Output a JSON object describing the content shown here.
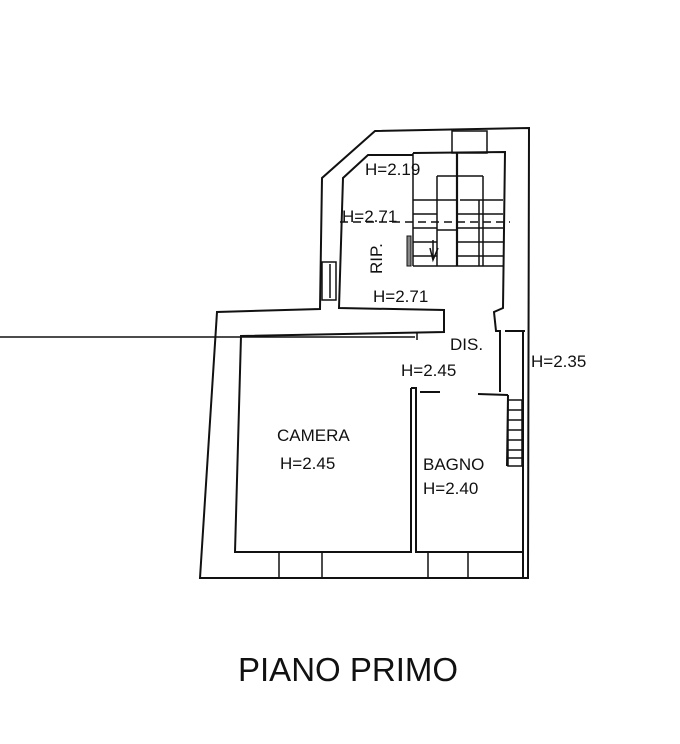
{
  "plan": {
    "title": "PIANO PRIMO",
    "rooms": {
      "stair_top_height": "H=2.19",
      "stair_mid_height": "H=2.71",
      "landing_label": "RIP.",
      "landing_height": "H=2.71",
      "hall_label": "DIS.",
      "hall_height": "H=2.45",
      "side_height": "H=2.35",
      "bedroom_label": "CAMERA",
      "bedroom_height": "H=2.45",
      "bathroom_label": "BAGNO",
      "bathroom_height": "H=2.40"
    }
  }
}
